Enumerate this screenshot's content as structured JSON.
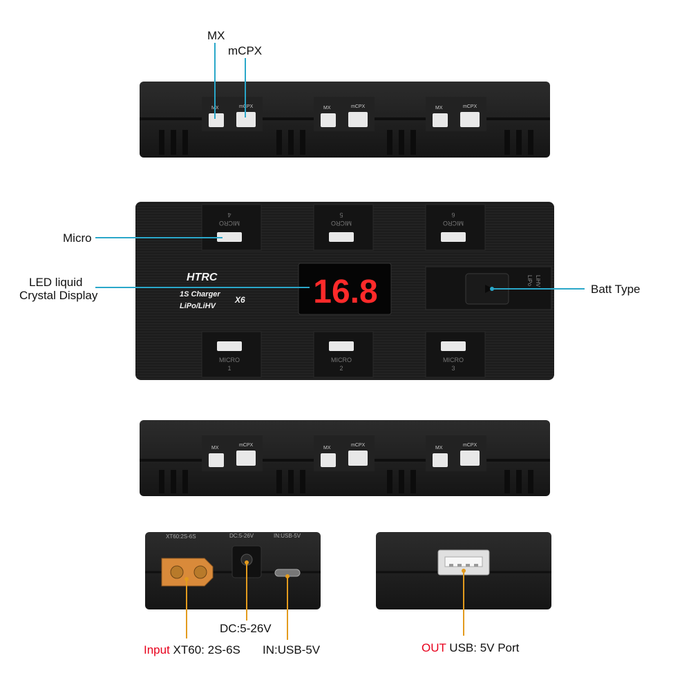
{
  "callouts": {
    "mx": "MX",
    "mcpx": "mCPX",
    "micro": "Micro",
    "led_line1": "LED liquid",
    "led_line2": "Crystal Display",
    "batt_type": "Batt Type",
    "dc": "DC:5-26V",
    "input_prefix": "Input",
    "input_rest": " XT60: 2S-6S",
    "usb_in": "IN:USB-5V",
    "out_prefix": "OUT",
    "out_rest": " USB: 5V Port"
  },
  "device_text": {
    "port_mx": "MX",
    "port_mcpx": "mCPX",
    "micro": "MICRO",
    "port_numbers_top": [
      "4",
      "5",
      "6"
    ],
    "port_numbers_bottom": [
      "1",
      "2",
      "3"
    ],
    "brand": "HTRC",
    "model_line1": "1S Charger",
    "model_line2": "LiPo/LiHV",
    "model_code": "X6",
    "display_value": "16.8",
    "side_xt60": "XT60:2S-6S",
    "side_dc": "DC:5-26V",
    "side_usb": "IN:USB-5V",
    "batt_labels": [
      "LiPo",
      "LiHV"
    ]
  },
  "colors": {
    "device_body": "#1e1e1e",
    "callout_line": "#2aa7c9",
    "accent_red": "#e8001c",
    "led_red": "#ff2a2a",
    "xt60_orange": "#d98a3a"
  }
}
